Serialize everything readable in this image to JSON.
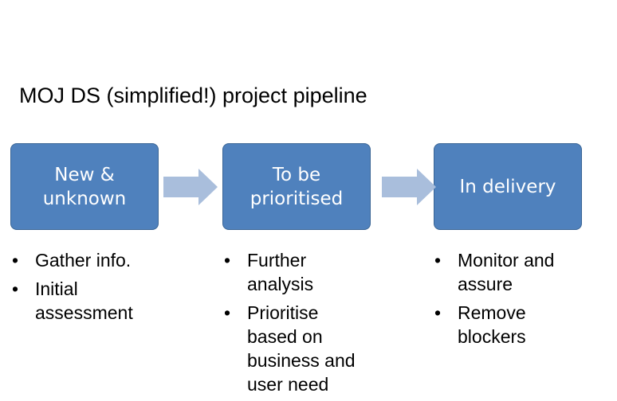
{
  "title": "MOJ DS (simplified!) project pipeline",
  "colors": {
    "box_fill": "#4F81BD",
    "box_border": "#3A6595",
    "arrow_fill": "#A9BEDC",
    "text": "#000000"
  },
  "stages": [
    {
      "label": "New &\nunknown",
      "bullets": [
        "Gather info.",
        "Initial\nassessment"
      ]
    },
    {
      "label": "To be\nprioritised",
      "bullets": [
        "Further\nanalysis",
        "Prioritise\nbased on\nbusiness and\nuser need"
      ]
    },
    {
      "label": "In delivery",
      "bullets": [
        "Monitor and\nassure",
        "Remove\nblockers"
      ]
    }
  ],
  "bullet_symbol": "•"
}
